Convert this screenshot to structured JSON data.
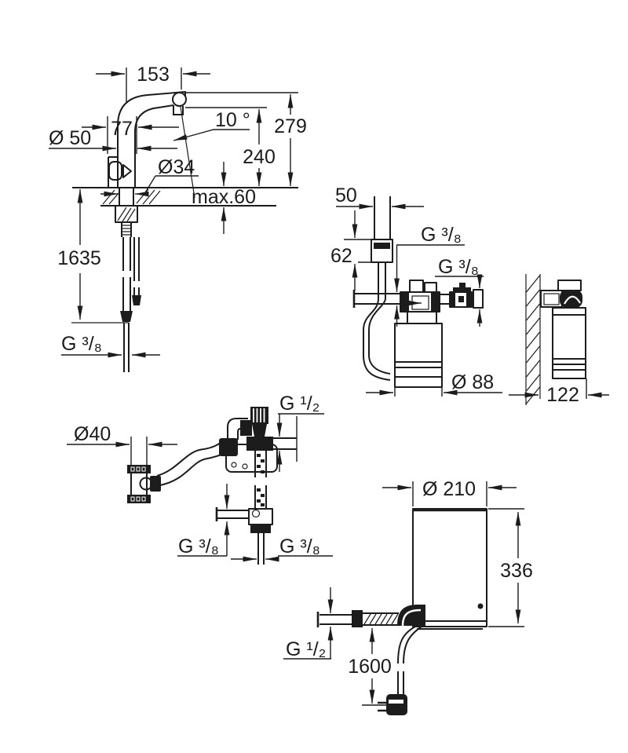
{
  "drawing": {
    "background": "#ffffff",
    "line_color": "#1c1c1c",
    "views": {
      "faucet_front": {
        "dims": {
          "spout_reach": "153",
          "body_width": "77",
          "body_diameter": "Ø 50",
          "spout_angle": "10 °",
          "height_spout_top": "279",
          "height_outlet": "240",
          "shank_diameter": "Ø34",
          "max_counter_thickness": "max.60",
          "hose_length": "1635",
          "supply_thread": "G ³/₈"
        }
      },
      "cooler_front": {
        "dims": {
          "inlet_width": "50",
          "head_height": "62",
          "inlet_thread": "G ³/₈",
          "outlet_thread": "G ³/₈",
          "body_diameter": "Ø 88"
        }
      },
      "cooler_side": {
        "dims": {
          "depth": "122"
        }
      },
      "valve_assembly": {
        "dims": {
          "adapter_diameter": "Ø40",
          "top_thread": "G ¹/₂",
          "branch_thread": "G ³/₈",
          "hose_thread": "G ³/₈"
        }
      },
      "boiler": {
        "dims": {
          "diameter": "Ø 210",
          "height": "336",
          "connection_thread": "G ¹/₂",
          "cable_length": "1600"
        }
      }
    }
  }
}
